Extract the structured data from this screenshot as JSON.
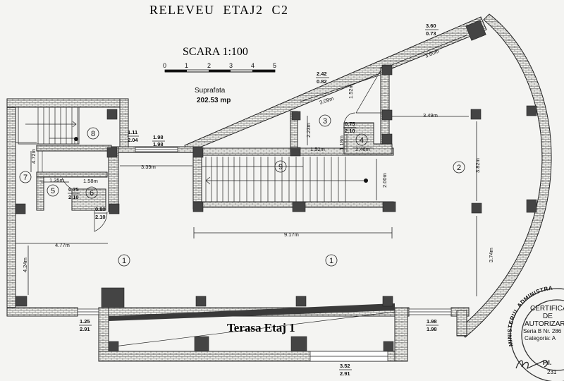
{
  "header": {
    "title": "RELEVEU  ETAJ2  C2",
    "scale_label": "SCARA 1:100",
    "scale_ticks": [
      "0",
      "1",
      "2",
      "3",
      "4",
      "5"
    ],
    "area_label": "Suprafata",
    "area_value": "202.53 mp"
  },
  "rooms": {
    "r1a": "1",
    "r1b": "1",
    "r2": "2",
    "r3": "3",
    "r4": "4",
    "r5": "5",
    "r6": "6",
    "r7": "7",
    "r8": "8",
    "r9": "9",
    "terrace": "Terasa Etaj 1"
  },
  "dimensions": {
    "d_1_52_a": "1.52m",
    "d_3_09": "3.09m",
    "d_2_23": "2.23m",
    "d_3_80": "3.80m",
    "d_3_49": "3.49m",
    "d_3_82": "3.82m",
    "d_1_52_b": "1.52m",
    "d_1_18": "1.18m",
    "d_2_46": "2.46m",
    "d_4_72": "4.72m",
    "d_3_39": "3.39m",
    "d_1_35": "1.35m",
    "d_1_58": "1.58m",
    "d_2_00": "2.00m",
    "d_9_17": "9.17m",
    "d_4_77": "4.77m",
    "d_4_24": "4.24m",
    "d_3_74": "3.74m"
  },
  "openings": [
    {
      "id": "o1",
      "top": "3.60",
      "bottom": "0.73"
    },
    {
      "id": "o2",
      "top": "2.42",
      "bottom": "0.82"
    },
    {
      "id": "o3",
      "top": "0.75",
      "bottom": "2.10"
    },
    {
      "id": "o4",
      "top": "1.11",
      "bottom": "2.04"
    },
    {
      "id": "o5",
      "top": "1.98",
      "bottom": "1.98"
    },
    {
      "id": "o6",
      "top": "0.75",
      "bottom": "2.10"
    },
    {
      "id": "o7",
      "top": "0.80",
      "bottom": "2.10"
    },
    {
      "id": "o8",
      "top": "1.25",
      "bottom": "2.91"
    },
    {
      "id": "o9",
      "top": "1.98",
      "bottom": "1.98"
    },
    {
      "id": "o10",
      "top": "3.52",
      "bottom": "2.91"
    }
  ],
  "stamp": {
    "ring_text": "MINISTERUL ADMINISTRA",
    "line1": "CERTIFICA",
    "line2": "DE",
    "line3": "AUTORIZAR",
    "line4": "Seria B Nr. 286",
    "line5": "Categoria: A",
    "signature": "P.I.",
    "page_no": "231"
  },
  "colors": {
    "paper": "#f4f4f2",
    "ink": "#111111",
    "column": "#444444"
  }
}
